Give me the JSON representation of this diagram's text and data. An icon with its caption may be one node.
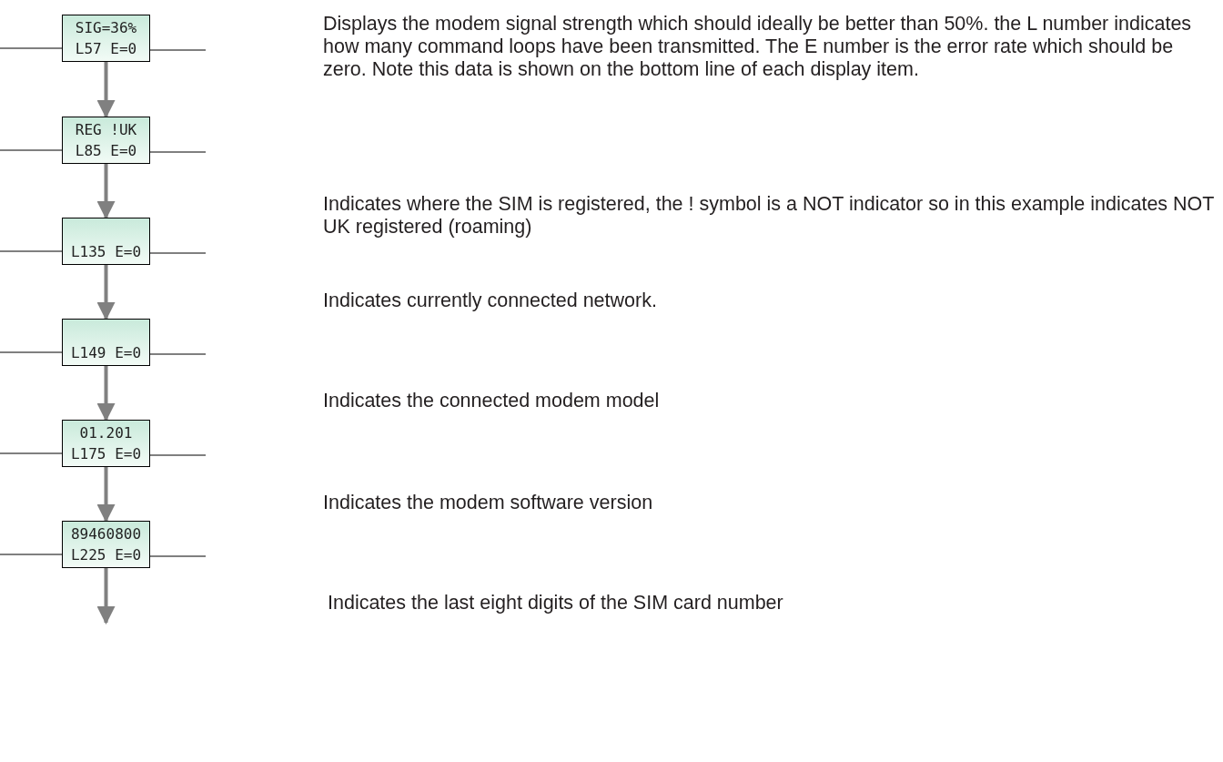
{
  "diagram": {
    "nodes": [
      {
        "text": [
          "SIG=36%",
          "L57 E=0"
        ]
      },
      {
        "text": [
          "REG !UK",
          "L85 E=0"
        ]
      },
      {
        "text": [
          "L135 E=0"
        ]
      },
      {
        "text": [
          "L149 E=0"
        ]
      },
      {
        "text": [
          "01.201",
          "L175 E=0"
        ]
      },
      {
        "text": [
          "89460800",
          "L225 E=0"
        ]
      }
    ],
    "edges": [
      {
        "from": null,
        "to": 0,
        "arrow": "none"
      },
      {
        "from": 0,
        "to": null,
        "arrow": "none"
      },
      {
        "from": 0,
        "to": 1,
        "arrow": "to",
        "style": "thick",
        "color": "#808080"
      },
      {
        "from": null,
        "to": 1,
        "arrow": "none"
      },
      {
        "from": 1,
        "to": null,
        "arrow": "none"
      },
      {
        "from": 1,
        "to": 2,
        "arrow": "to",
        "style": "thick",
        "color": "#808080"
      },
      {
        "from": null,
        "to": 2,
        "arrow": "none"
      },
      {
        "from": 2,
        "to": null,
        "arrow": "none"
      },
      {
        "from": 2,
        "to": 3,
        "arrow": "to",
        "style": "thick",
        "color": "#808080"
      },
      {
        "from": null,
        "to": 3,
        "arrow": "none"
      },
      {
        "from": 3,
        "to": null,
        "arrow": "none"
      },
      {
        "from": 3,
        "to": 4,
        "arrow": "to",
        "style": "thick",
        "color": "#808080"
      },
      {
        "from": null,
        "to": 4,
        "arrow": "none"
      },
      {
        "from": 4,
        "to": null,
        "arrow": "none"
      },
      {
        "from": 4,
        "to": 5,
        "arrow": "to",
        "style": "thick",
        "color": "#808080"
      },
      {
        "from": null,
        "to": 5,
        "arrow": "none"
      },
      {
        "from": 5,
        "to": null,
        "arrow": "none"
      },
      {
        "from": 5,
        "to": null,
        "arrow": "to",
        "style": "thick",
        "color": "#808080"
      }
    ],
    "labels": [
      "Displays the modem signal strength which should ideally be better than 50%. the L number indicates how many command loops have been transmitted. The E number is the error rate which should be zero. Note this data is shown on the bottom line of each display item.",
      "Indicates where the SIM is registered, the ! symbol is a NOT indicator so in this example indicates NOT UK registered (roaming)",
      "Indicates currently connected network.",
      "Indicates the connected modem model",
      "Indicates the modem software version",
      "Indicates the last eight digits of the SIM card number"
    ]
  }
}
